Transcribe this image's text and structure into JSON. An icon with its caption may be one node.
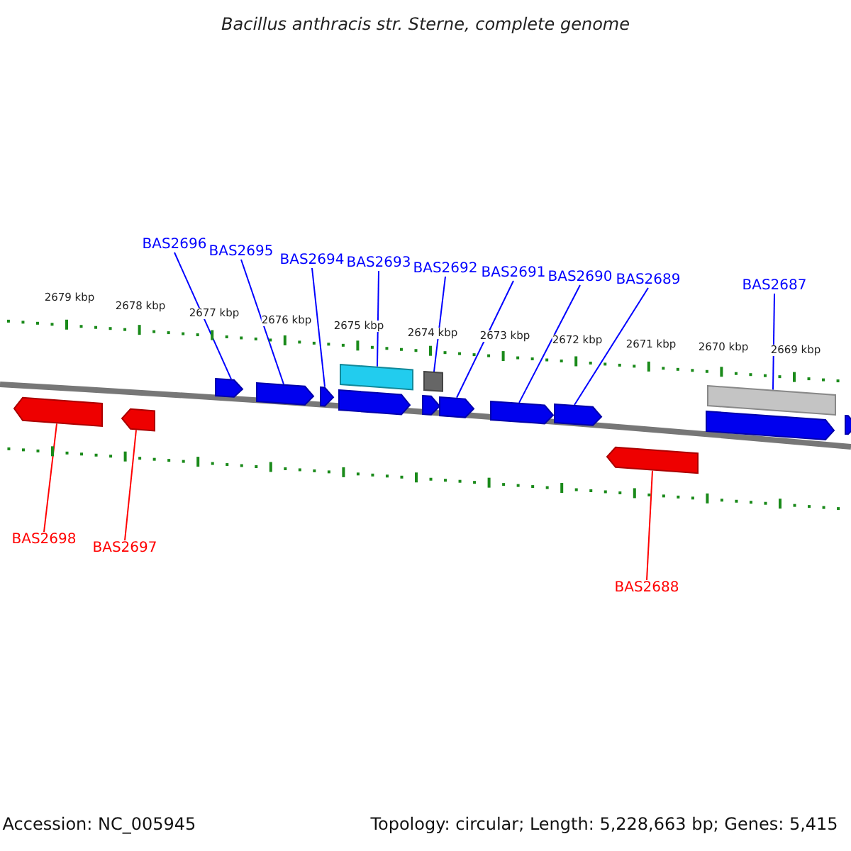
{
  "diagram": {
    "title": "Bacillus anthracis str. Sterne, complete genome",
    "nodes": [
      {
        "text": [
          "BAS2696"
        ]
      },
      {
        "text": [
          "BAS2695"
        ]
      },
      {
        "text": [
          "BAS2694"
        ]
      },
      {
        "text": [
          "BAS2693"
        ]
      },
      {
        "text": [
          "BAS2692"
        ]
      },
      {
        "text": [
          "BAS2691"
        ]
      },
      {
        "text": [
          "BAS2690"
        ]
      },
      {
        "text": [
          "BAS2689"
        ]
      },
      {
        "text": [
          "BAS2687"
        ]
      },
      {
        "text": [
          "BAS2698"
        ]
      },
      {
        "text": [
          "BAS2697"
        ]
      },
      {
        "text": [
          "BAS2688"
        ]
      },
      {
        "text": [],
        "shape": "bar"
      },
      {
        "text": [],
        "shape": "bar"
      },
      {
        "text": [],
        "shape": "bar"
      },
      {
        "text": [],
        "shape": "bar"
      },
      {
        "text": [],
        "shape": "bar"
      },
      {
        "text": [],
        "shape": "bar"
      },
      {
        "text": [],
        "shape": "box"
      },
      {
        "text": [],
        "shape": "bar"
      },
      {
        "text": [],
        "shape": "box"
      },
      {
        "text": [],
        "shape": "bar"
      },
      {
        "text": [],
        "shape": "bar"
      },
      {
        "text": [],
        "shape": "bar"
      },
      {
        "text": [],
        "shape": "bar"
      },
      {
        "text": [],
        "shape": "bar"
      },
      {
        "text": [],
        "shape": "box"
      },
      {
        "text": [],
        "shape": "bar"
      }
    ],
    "edges": [
      {
        "from": 0,
        "to": 14,
        "arrow": "none"
      },
      {
        "from": 1,
        "to": 15,
        "arrow": "none"
      },
      {
        "from": 2,
        "to": 16,
        "arrow": "none"
      },
      {
        "from": 3,
        "to": 18,
        "arrow": "none"
      },
      {
        "from": 4,
        "to": 20,
        "arrow": "none"
      },
      {
        "from": 5,
        "to": 21,
        "arrow": "none"
      },
      {
        "from": 6,
        "to": 22,
        "arrow": "none"
      },
      {
        "from": 7,
        "to": 23,
        "arrow": "none"
      },
      {
        "from": 8,
        "to": 26,
        "arrow": "none"
      },
      {
        "from": 9,
        "to": 12,
        "arrow": "none",
        "color": "#ff0000"
      },
      {
        "from": 10,
        "to": 13,
        "arrow": "none",
        "color": "#ff0000"
      },
      {
        "from": 11,
        "to": 24,
        "arrow": "none",
        "color": "#ff0000"
      }
    ],
    "labels": [
      "2679 kbp",
      "2678 kbp",
      "2677 kbp",
      "2676 kbp",
      "2675 kbp",
      "2674 kbp",
      "2673 kbp",
      "2672 kbp",
      "2671 kbp",
      "2670 kbp",
      "2669 kbp",
      "Accession: NC_005945",
      "Topology: circular; Length: 5,228,663 bp; Genes: 5,415"
    ]
  }
}
